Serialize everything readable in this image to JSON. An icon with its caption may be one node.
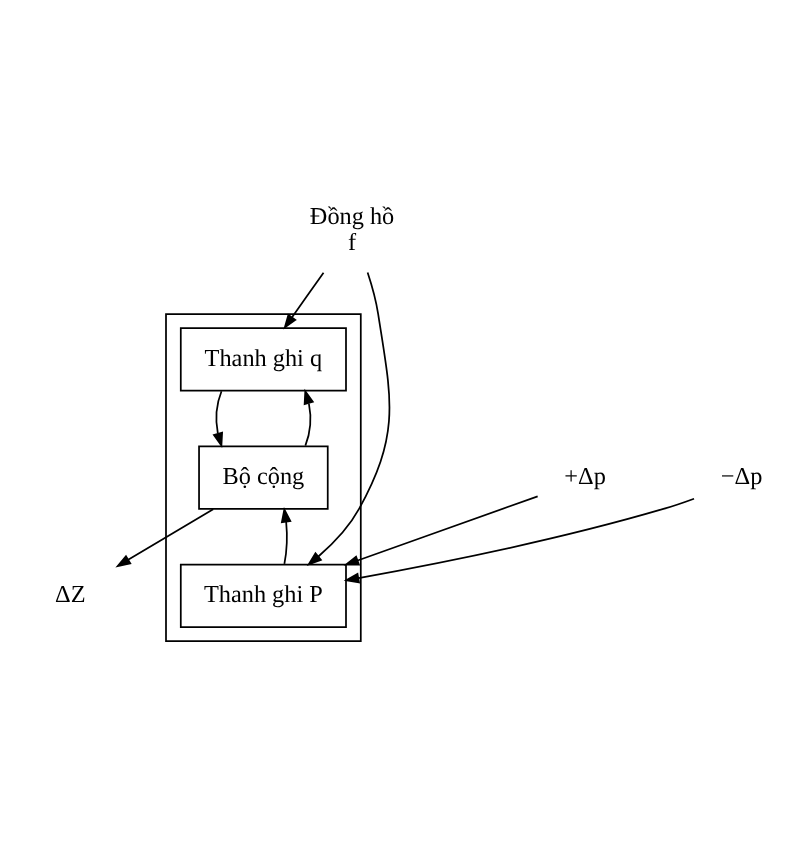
{
  "diagram": {
    "nodes": [
      {
        "text": [
          "Đồng hồ",
          "f"
        ]
      },
      {
        "text": [],
        "shape": "box"
      },
      {
        "text": [
          "Thanh ghi q"
        ],
        "in": 1
      },
      {
        "text": [
          "Bộ cộng"
        ],
        "in": 1
      },
      {
        "text": [
          "Thanh ghi P"
        ],
        "in": 1
      },
      {
        "text": [
          "ΔZ"
        ]
      },
      {
        "text": [
          "+Δp"
        ]
      },
      {
        "text": [
          "−Δp"
        ]
      }
    ],
    "edges": [
      {
        "from": 0,
        "to": 2,
        "arrow": "to"
      },
      {
        "from": 0,
        "to": 4,
        "arrow": "to"
      },
      {
        "from": 2,
        "to": 3,
        "arrow": "to"
      },
      {
        "from": 3,
        "to": 2,
        "arrow": "to"
      },
      {
        "from": 4,
        "to": 3,
        "arrow": "to"
      },
      {
        "from": 3,
        "to": 5,
        "arrow": "to"
      },
      {
        "from": 6,
        "to": 4,
        "arrow": "to"
      },
      {
        "from": 7,
        "to": 4,
        "arrow": "to"
      }
    ]
  }
}
